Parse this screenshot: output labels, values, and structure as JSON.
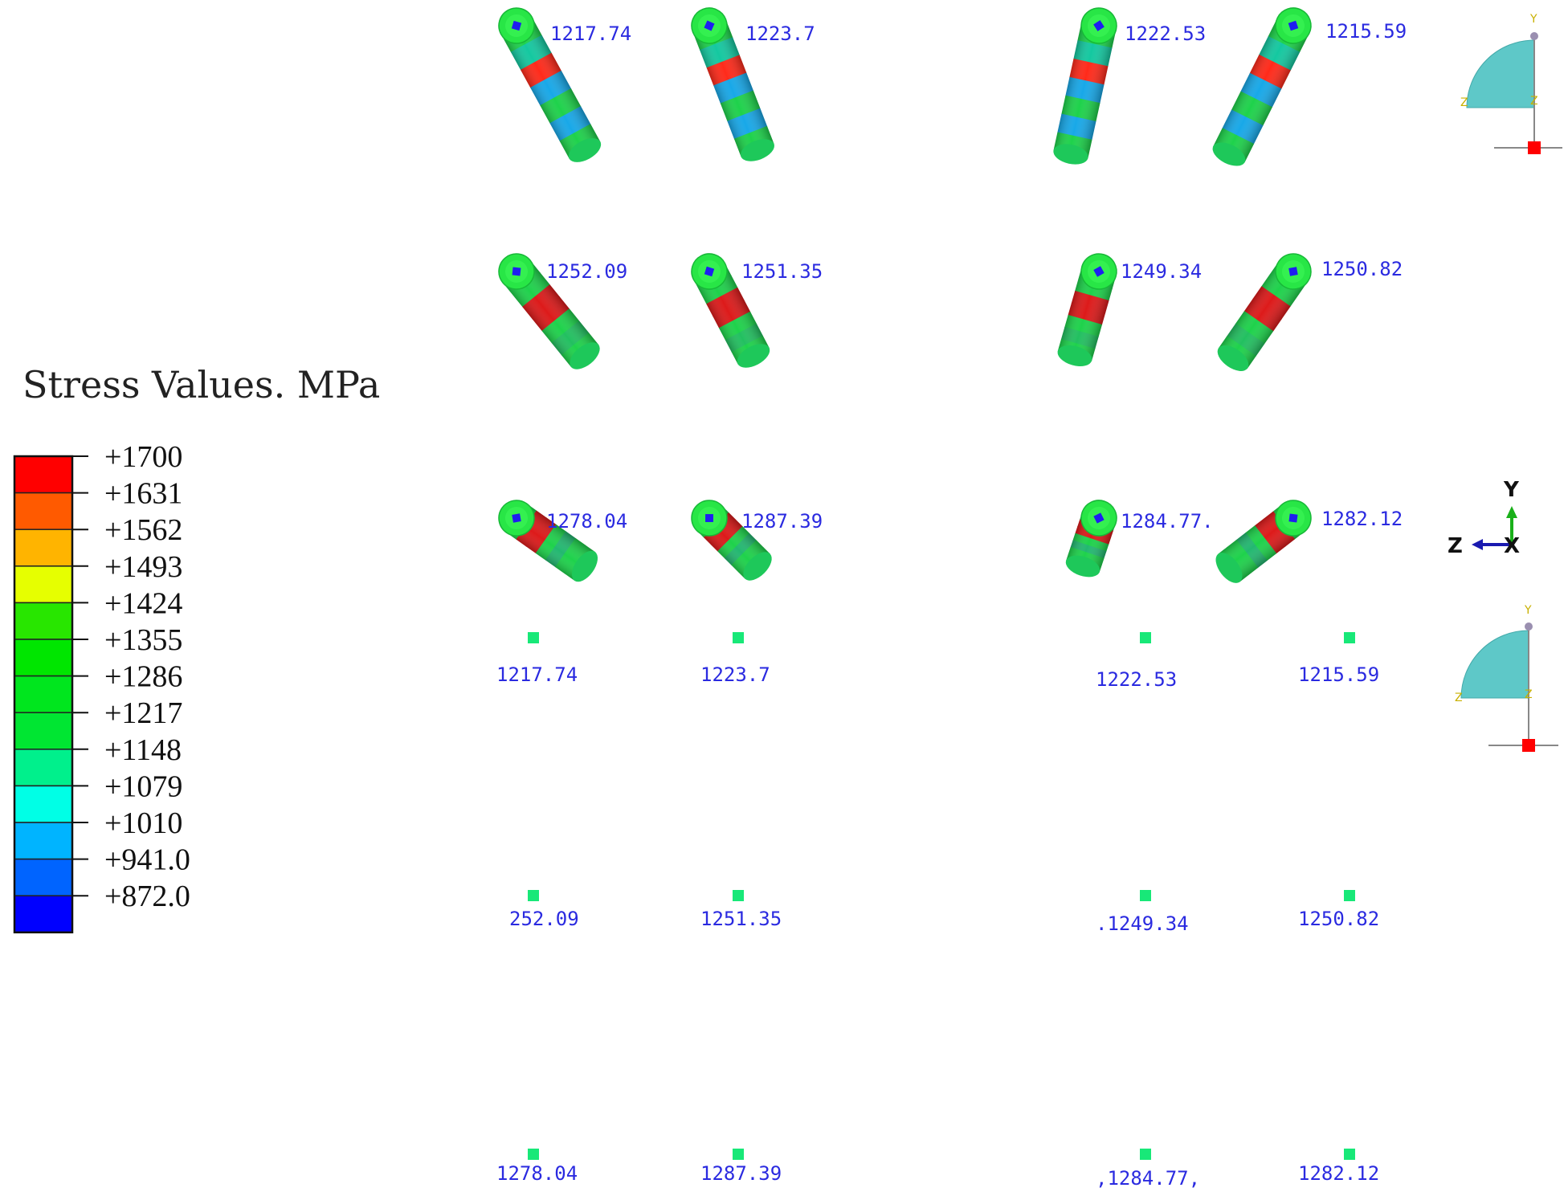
{
  "legend": {
    "title": "Stress Values. MPa",
    "labels": [
      "+1700",
      "+1631",
      "+1562",
      "+1493",
      "+1424",
      "+1355",
      "+1286",
      "+1217",
      "+1148",
      "+1079",
      "+1010",
      "+941.0",
      "+872.0"
    ],
    "colors": [
      "#ff0000",
      "#ff5a00",
      "#ffb400",
      "#e6ff00",
      "#28e600",
      "#00e600",
      "#00e61e",
      "#00e632",
      "#00f08c",
      "#00ffe6",
      "#00b4ff",
      "#0064ff",
      "#0000ff"
    ]
  },
  "upper_view": {
    "rows": [
      [
        "1217.74",
        "1223.7",
        "1222.53",
        "1215.59"
      ],
      [
        "1252.09",
        "1251.35",
        "1249.34",
        "1250.82"
      ],
      [
        "1278.04",
        "1287.39",
        "1284.77.",
        "1282.12"
      ]
    ]
  },
  "lower_view": {
    "rows": [
      [
        "1217.74",
        "1223.7",
        "1222.53",
        "1215.59"
      ],
      [
        "252.09",
        "1251.35",
        ".1249.34",
        "1250.82"
      ],
      [
        "1278.04",
        "1287.39",
        ",1284.77,",
        "1282.12"
      ]
    ]
  },
  "triad_small": {
    "y": "Y",
    "z": "Z",
    "x": "Z"
  },
  "axes": {
    "y": "Y",
    "z": "Z",
    "x": "X"
  },
  "colors": {
    "label_blue": "#2a2ae0",
    "rod_green": "#1ed24b",
    "cap_green": "#28e646",
    "node_green": "#18e878"
  }
}
